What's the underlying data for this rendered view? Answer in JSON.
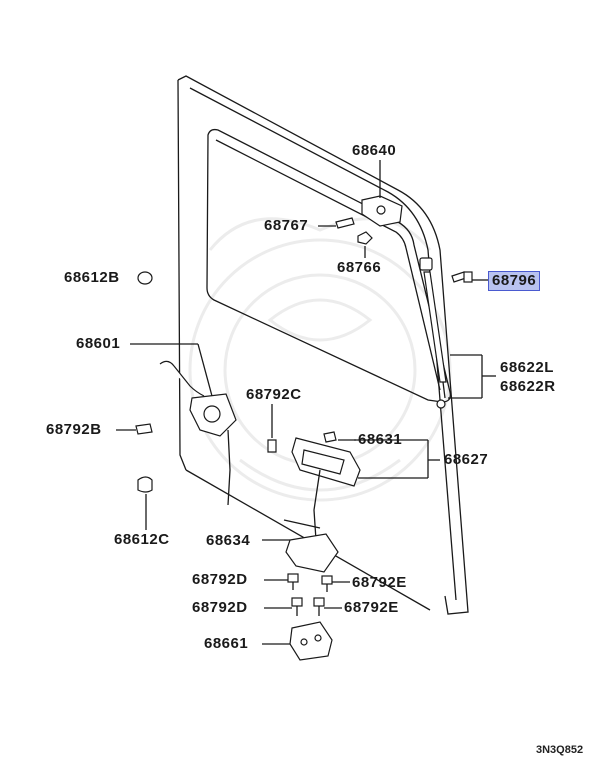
{
  "parts": {
    "p68640": "68640",
    "p68767": "68767",
    "p68766": "68766",
    "p68796": "68796",
    "p68612B": "68612B",
    "p68601": "68601",
    "p68622L": "68622L",
    "p68622R": "68622R",
    "p68792C": "68792C",
    "p68792B": "68792B",
    "p68631": "68631",
    "p68627": "68627",
    "p68612C": "68612C",
    "p68634": "68634",
    "p68792D_1": "68792D",
    "p68792E_1": "68792E",
    "p68792D_2": "68792D",
    "p68792E_2": "68792E",
    "p68661": "68661"
  },
  "highlighted_part": "68796",
  "diagram_code": "3N3Q852",
  "colors": {
    "highlight_fill": "#b9c3f0",
    "highlight_border": "#4a5ad0",
    "line": "#1a1a1a"
  }
}
